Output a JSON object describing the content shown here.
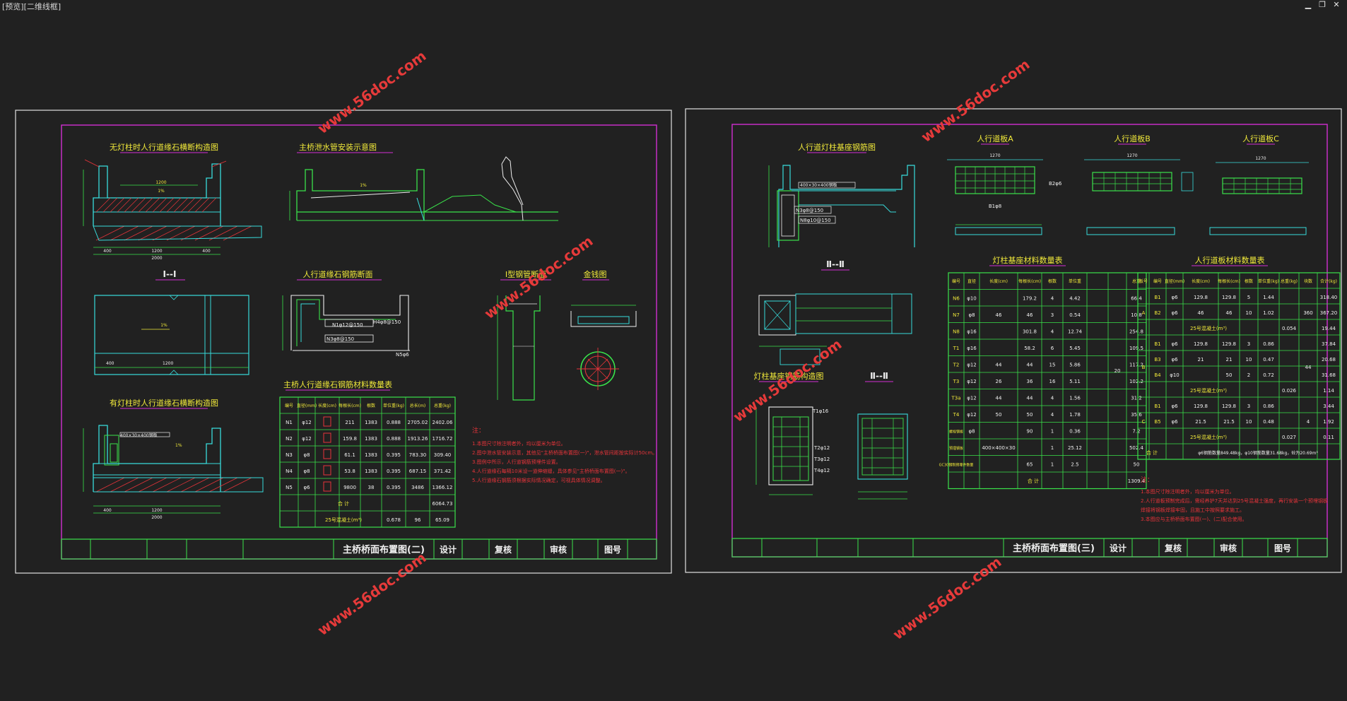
{
  "window": {
    "title": "[预览][二维线框]",
    "buttons": [
      "▁",
      "❐",
      "✕"
    ]
  },
  "colors": {
    "background": "#212121",
    "frame_white": "#e0e0e0",
    "frame_magenta": "#d22ed2",
    "cyan": "#38dcdc",
    "green": "#3ae24a",
    "yellow": "#f0e83a",
    "red": "#e8343a",
    "white": "#f0f0f0",
    "watermark": "#e63a3a"
  },
  "watermark": "www.56doc.com",
  "sheet_left": {
    "drawings": {
      "d1": "无灯柱时人行道缘石横断构造图",
      "d2": "主桥泄水管安装示意图",
      "d3": "Ⅰ--Ⅰ",
      "d4": "人行道缘石钢筋断面",
      "d5": "Ⅰ型钢管断面",
      "d6": "金钱图",
      "d7": "有灯柱时人行道缘石横断构造图",
      "d8": "主桥人行道缘石钢筋材料数量表"
    },
    "dims": {
      "a": "400",
      "b": "1200",
      "c": "2000",
      "d": "1%",
      "e": "400×30×400钢板",
      "f": "N1φ12@150",
      "g": "H4φ8@150",
      "h": "N3φ8@150",
      "i": "N5φ6"
    },
    "table": {
      "headers": [
        "编号",
        "直径(mm)",
        "长度(cm)",
        "每根长(cm)",
        "根数",
        "单位重(kg)",
        "总长(m)",
        "总重(kg)"
      ],
      "rows": [
        [
          "N1",
          "φ12",
          "",
          "211",
          "1383",
          "0.888",
          "2705.02",
          "2402.06"
        ],
        [
          "N2",
          "φ12",
          "",
          "159.8",
          "1383",
          "0.888",
          "1913.26",
          "1716.72"
        ],
        [
          "N3",
          "φ8",
          "",
          "61.1",
          "1383",
          "0.395",
          "783.30",
          "309.40"
        ],
        [
          "N4",
          "φ8",
          "",
          "53.8",
          "1383",
          "0.395",
          "687.15",
          "371.42"
        ],
        [
          "N5",
          "φ6",
          "",
          "9800",
          "38",
          "0.395",
          "3486",
          "1366.12"
        ]
      ],
      "total_label": "合  计",
      "total_value": "6064.73",
      "concrete_label": "25号混凝土(m³)",
      "concrete": [
        "0.678",
        "96",
        "65.09"
      ]
    },
    "notes": {
      "heading": "注：",
      "lines": [
        "1.本图尺寸除注明者外，均以厘米为单位。",
        "2.图中泄水管安装示意，其他见\"主桥桥面布置图(一)\"，泄水管间距按实际计50cm。",
        "3.图例中所示，人行道钢筋预埋件设置。",
        "4.人行道缘石每隔10米设一道伸缩缝，具体参见\"主桥桥面布置图(一)\"。",
        "5.人行道缘石钢筋须根据实际情况确定，可视具体情况调整。"
      ]
    },
    "titleblock": {
      "title": "主桥桥面布置图(二)",
      "design": "设计",
      "review": "复核",
      "approve": "审核",
      "drawing_no": "图号"
    }
  },
  "sheet_right": {
    "drawings": {
      "d1": "人行道灯柱基座钢筋图",
      "d2": "人行道板A",
      "d3": "人行道板B",
      "d4": "人行道板C",
      "d5": "Ⅱ--Ⅱ",
      "d6": "灯柱基座钢筋构造图",
      "d7": "Ⅱ--Ⅱ",
      "d8": "灯柱基座材料数量表",
      "d9": "人行道板材料数量表"
    },
    "dims": {
      "a": "1270",
      "b": "B1φ8",
      "c": "B2φ6",
      "d": "N3φ8@150",
      "e": "N8φ10@150",
      "f": "T1φ16",
      "g": "T2φ12",
      "h": "T3φ12",
      "i": "T4φ12",
      "j": "400×30×400钢板"
    },
    "lamp_table": {
      "headers": [
        "编号",
        "直径",
        "长度(cm)",
        "每根长(cm)",
        "根数",
        "单位重",
        "总重"
      ],
      "rows": [
        [
          "N6",
          "φ10",
          "",
          "179.2",
          "4",
          "4.42",
          "66.4"
        ],
        [
          "N7",
          "φ8",
          "46",
          "46",
          "3",
          "0.54",
          "10.8"
        ],
        [
          "N8",
          "φ16",
          "",
          "301.8",
          "4",
          "12.74",
          "254.8"
        ],
        [
          "T1",
          "φ16",
          "",
          "58.2",
          "6",
          "5.45",
          "109.5"
        ],
        [
          "T2",
          "φ12",
          "44",
          "44",
          "15",
          "5.86",
          "117.2"
        ],
        [
          "T3",
          "φ12",
          "26",
          "36",
          "16",
          "5.11",
          "102.2"
        ],
        [
          "T3a",
          "φ12",
          "44",
          "44",
          "4",
          "1.56",
          "31.2"
        ],
        [
          "T4",
          "φ12",
          "50",
          "50",
          "4",
          "1.78",
          "35.6"
        ],
        [
          "螺栓钢板",
          "φ8",
          "",
          "90",
          "1",
          "0.36",
          "7.2"
        ],
        [
          "预埋钢板",
          "",
          "400×400×30",
          "",
          "1",
          "25.12",
          "502.4"
        ],
        [
          "GC30钢制预埋件数量",
          "",
          "",
          "65",
          "1",
          "2.5",
          "50"
        ]
      ],
      "side_value": "20",
      "total_label": "合  计",
      "total_value": "1309.4"
    },
    "slab_table": {
      "headers": [
        "板号",
        "编号",
        "直径(mm)",
        "长度(cm)",
        "每根长(cm)",
        "根数",
        "单位重(kg)",
        "总重(kg)",
        "块数",
        "合计(kg)"
      ],
      "groups": [
        {
          "name": "A",
          "rows": [
            [
              "B1",
              "φ6",
              "129.8",
              "129.8",
              "5",
              "1.44",
              "318.40"
            ],
            [
              "B2",
              "φ6",
              "46",
              "46",
              "10",
              "1.02",
              "367.20"
            ]
          ],
          "blocks": "360",
          "concrete": [
            "25号混凝土(m³)",
            "0.054",
            "19.44"
          ]
        },
        {
          "name": "B",
          "rows": [
            [
              "B1",
              "φ6",
              "129.8",
              "129.8",
              "3",
              "0.86",
              "37.84"
            ],
            [
              "B3",
              "φ6",
              "21",
              "21",
              "10",
              "0.47",
              "20.68"
            ],
            [
              "B4",
              "φ10",
              "",
              "50",
              "2",
              "0.72",
              "31.68"
            ]
          ],
          "blocks": "44",
          "concrete": [
            "25号混凝土(m³)",
            "0.026",
            "1.14"
          ]
        },
        {
          "name": "C",
          "rows": [
            [
              "B1",
              "φ6",
              "129.8",
              "129.8",
              "3",
              "0.86",
              "3.44"
            ],
            [
              "B5",
              "φ6",
              "21.5",
              "21.5",
              "10",
              "0.48",
              "1.92"
            ]
          ],
          "blocks": "4",
          "concrete": [
            "25号混凝土(m³)",
            "0.027",
            "0.11"
          ]
        }
      ],
      "total_label": "合  计",
      "total_value": "φ6钢筋数量849.48kg，φ10钢筋数量31.68kg，砼为20.69m³"
    },
    "notes": {
      "heading": "注：",
      "lines": [
        "1.本图尺寸除注明者外，均以厘米为单位。",
        "2.人行道板预制完成后，需经养护7天并达到25号混凝土强度，再行安装一个预埋钢板",
        "  焊接将钢板焊接牢固，且施工中按照要求施工。",
        "3.本图应与主桥桥面布置图(一)、(二)配合使用。"
      ]
    },
    "titleblock": {
      "title": "主桥桥面布置图(三)",
      "design": "设计",
      "review": "复核",
      "approve": "审核",
      "drawing_no": "图号"
    }
  }
}
